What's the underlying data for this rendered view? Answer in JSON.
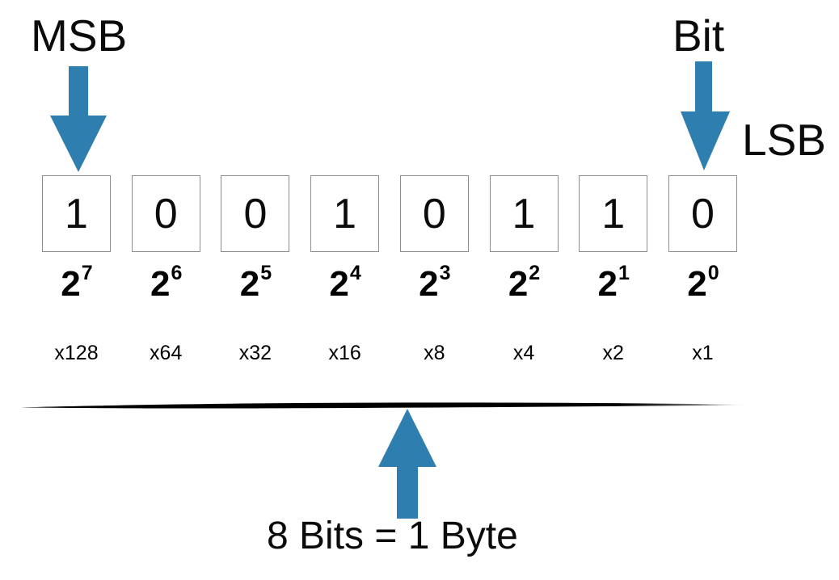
{
  "diagram": {
    "title_labels": {
      "msb": "MSB",
      "bit": "Bit",
      "lsb": "LSB"
    },
    "caption": "8 Bits = 1 Byte",
    "colors": {
      "arrow_blue": "#2E7FB0",
      "box_border": "#8d8d8d",
      "text": "#0b0b0b",
      "underline": "#000000",
      "background": "#ffffff"
    },
    "bits": [
      {
        "value": "1",
        "power_base": "2",
        "power_exp": "7",
        "multiplier": "x128"
      },
      {
        "value": "0",
        "power_base": "2",
        "power_exp": "6",
        "multiplier": "x64"
      },
      {
        "value": "0",
        "power_base": "2",
        "power_exp": "5",
        "multiplier": "x32"
      },
      {
        "value": "1",
        "power_base": "2",
        "power_exp": "4",
        "multiplier": "x16"
      },
      {
        "value": "0",
        "power_base": "2",
        "power_exp": "3",
        "multiplier": "x8"
      },
      {
        "value": "1",
        "power_base": "2",
        "power_exp": "2",
        "multiplier": "x4"
      },
      {
        "value": "1",
        "power_base": "2",
        "power_exp": "1",
        "multiplier": "x2"
      },
      {
        "value": "0",
        "power_base": "2",
        "power_exp": "0",
        "multiplier": "x1"
      }
    ],
    "icons": {
      "msb_arrow": "arrow-down-icon",
      "bit_arrow": "arrow-down-icon",
      "byte_arrow": "arrow-up-icon",
      "underline": "tapered-underline-icon"
    }
  }
}
